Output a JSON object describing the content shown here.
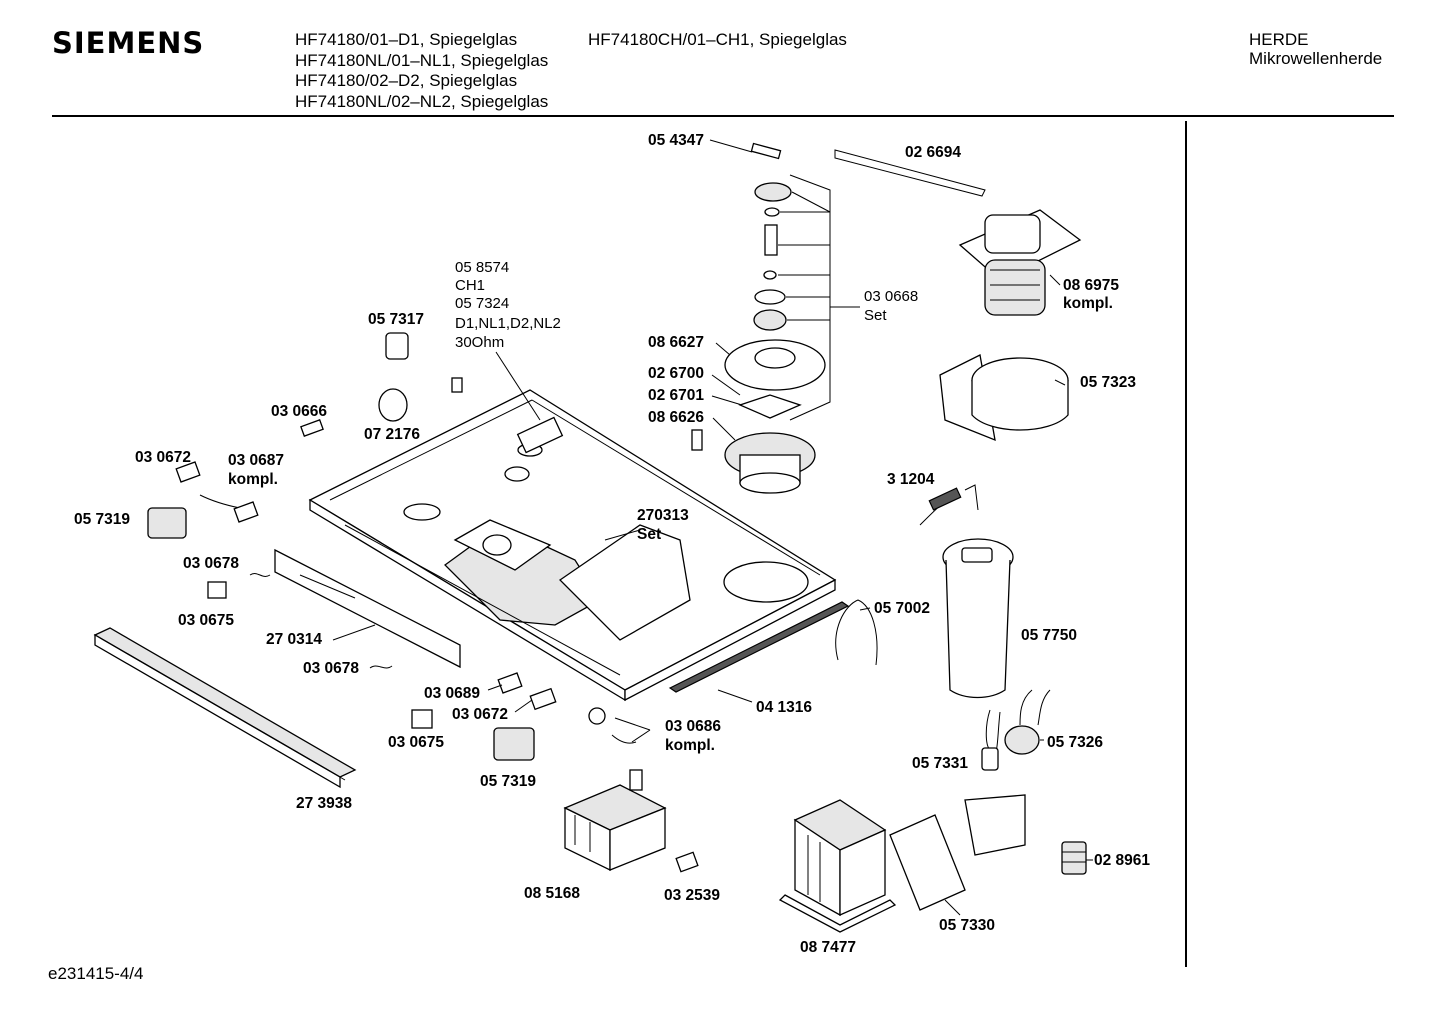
{
  "header": {
    "brand": "SIEMENS",
    "models_col1": [
      "HF74180/01–D1, Spiegelglas",
      "HF74180NL/01–NL1, Spiegelglas",
      "HF74180/02–D2, Spiegelglas",
      "HF74180NL/02–NL2, Spiegelglas"
    ],
    "models_col2": [
      "HF74180CH/01–CH1, Spiegelglas"
    ],
    "category": "HERDE",
    "subcategory": "Mikrowellenherde"
  },
  "footer": {
    "doc_id": "e231415-4/4"
  },
  "callouts": [
    "05 4347",
    "02 6694",
    "08 6975",
    "kompl.",
    "05 7323",
    "03 0668",
    "Set",
    "08 6627",
    "02 6700",
    "02 6701",
    "08 6626",
    "3 1204",
    "05 7317",
    "07 2176",
    "03 0666",
    "03 0672",
    "03 0687",
    "kompl.",
    "05 7319",
    "270313",
    "Set",
    "03 0678",
    "03 0675",
    "27 0314",
    "03 0678",
    "05 7002",
    "05 7750",
    "03 0689",
    "03 0672",
    "03 0686",
    "kompl.",
    "03 0675",
    "04 1316",
    "05 7319",
    "27 3938",
    "05 7326",
    "05 7331",
    "08 5168",
    "03 2539",
    "02 8961",
    "05 7330",
    "08 7477"
  ],
  "note": [
    "05 8574",
    "CH1",
    "05 7324",
    "D1,NL1,D2,NL2",
    "30Ohm"
  ]
}
